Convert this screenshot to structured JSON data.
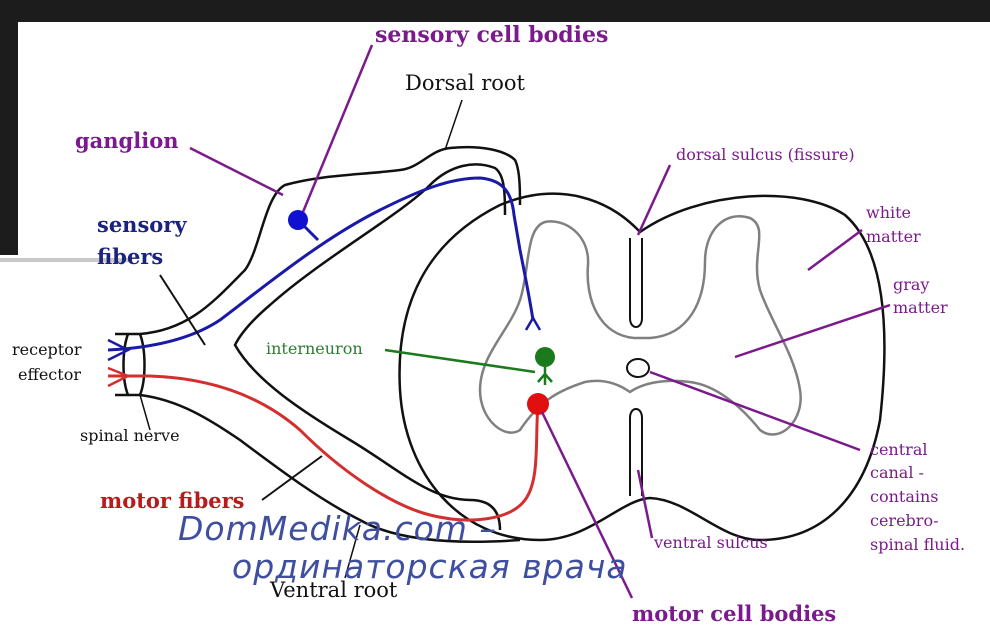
{
  "labels": {
    "sensory_cell_bodies": "sensory cell bodies",
    "dorsal_root": "Dorsal root",
    "ganglion": "ganglion",
    "sensory_fibers_1": "sensory",
    "sensory_fibers_2": "fibers",
    "receptor": "receptor",
    "effector": "effector",
    "spinal_nerve": "spinal nerve",
    "motor_fibers": "motor fibers",
    "ventral_root": "Ventral root",
    "interneuron": "interneuron",
    "dorsal_sulcus": "dorsal sulcus (fissure)",
    "white_matter_1": "white",
    "white_matter_2": "matter",
    "gray_matter_1": "gray",
    "gray_matter_2": "matter",
    "central_canal_1": "central",
    "central_canal_2": "canal -",
    "central_canal_3": "contains",
    "central_canal_4": "cerebro-",
    "central_canal_5": "spinal fluid.",
    "ventral_sulcus": "ventral sulcus",
    "motor_cell_bodies": "motor cell bodies"
  },
  "watermark": {
    "line1": "DomMedika.com –",
    "line2": "ординаторская врача"
  },
  "colors": {
    "sensory": "#1a1aa8",
    "motor": "#d32f2f",
    "interneuron": "#1b7a1b",
    "pointer": "#7a1a8c",
    "gray_matter_outline": "#808080"
  }
}
